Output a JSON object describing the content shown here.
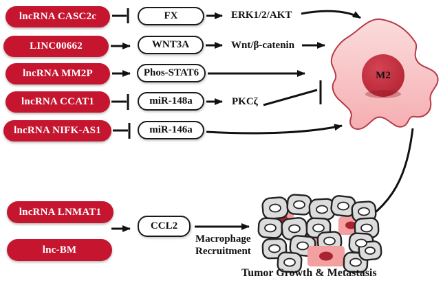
{
  "title": "lncRNA pathways driving M2 macrophage polarization and tumor growth",
  "nodes": {
    "casc2c": "lncRNA CASC2c",
    "linc00662": "LINC00662",
    "mm2p": "lncRNA MM2P",
    "ccat1": "lncRNA CCAT1",
    "nifk_as1": "lncRNA NIFK-AS1",
    "lnmat1": "lncRNA LNMAT1",
    "lnc_bm": "lnc-BM",
    "fx": "FX",
    "wnt3a": "WNT3A",
    "phos_stat6": "Phos-STAT6",
    "mir148a": "miR-148a",
    "mir146a": "miR-146a",
    "ccl2": "CCL2",
    "erk": "ERK1/2/AKT",
    "wnt_bcatenin": "Wnt/β-catenin",
    "pkcz": "PKCζ",
    "m2": "M2",
    "recruit_line1": "Macrophage",
    "recruit_line2": "Recruitment",
    "tumor_caption": "Tumor Growth & Metastasis"
  },
  "edges": [
    {
      "from": "lncRNA CASC2c",
      "to": "FX",
      "type": "inhibition"
    },
    {
      "from": "FX",
      "to": "ERK1/2/AKT",
      "type": "activation"
    },
    {
      "from": "ERK1/2/AKT",
      "to": "M2 macrophage",
      "type": "activation"
    },
    {
      "from": "LINC00662",
      "to": "WNT3A",
      "type": "activation"
    },
    {
      "from": "WNT3A",
      "to": "Wnt/β-catenin",
      "type": "activation"
    },
    {
      "from": "Wnt/β-catenin",
      "to": "M2 macrophage",
      "type": "activation"
    },
    {
      "from": "lncRNA MM2P",
      "to": "Phos-STAT6",
      "type": "activation"
    },
    {
      "from": "Phos-STAT6",
      "to": "M2 macrophage",
      "type": "activation"
    },
    {
      "from": "lncRNA CCAT1",
      "to": "miR-148a",
      "type": "inhibition"
    },
    {
      "from": "miR-148a",
      "to": "PKCζ",
      "type": "activation"
    },
    {
      "from": "PKCζ",
      "to": "M2 macrophage",
      "type": "inhibition"
    },
    {
      "from": "lncRNA NIFK-AS1",
      "to": "miR-146a",
      "type": "inhibition"
    },
    {
      "from": "miR-146a",
      "to": "M2 macrophage",
      "type": "activation"
    },
    {
      "from": "lncRNA LNMAT1 / lnc-BM",
      "to": "CCL2",
      "type": "activation"
    },
    {
      "from": "CCL2",
      "to": "Tumor (Macrophage Recruitment)",
      "type": "activation"
    },
    {
      "from": "M2 macrophage",
      "to": "Tumor Growth & Metastasis",
      "type": "activation"
    }
  ],
  "colors": {
    "lncrna_fill": "#C6152F",
    "arrow": "#111111",
    "cell_stroke": "#B53A46",
    "nucleus_fill": "#C02535",
    "cell_fill_light": "#FBDCDC",
    "cell_fill_dark": "#F5AEB2",
    "tumor_gray": "#DCDCDC",
    "tumor_pink": "#F2A0A0"
  }
}
